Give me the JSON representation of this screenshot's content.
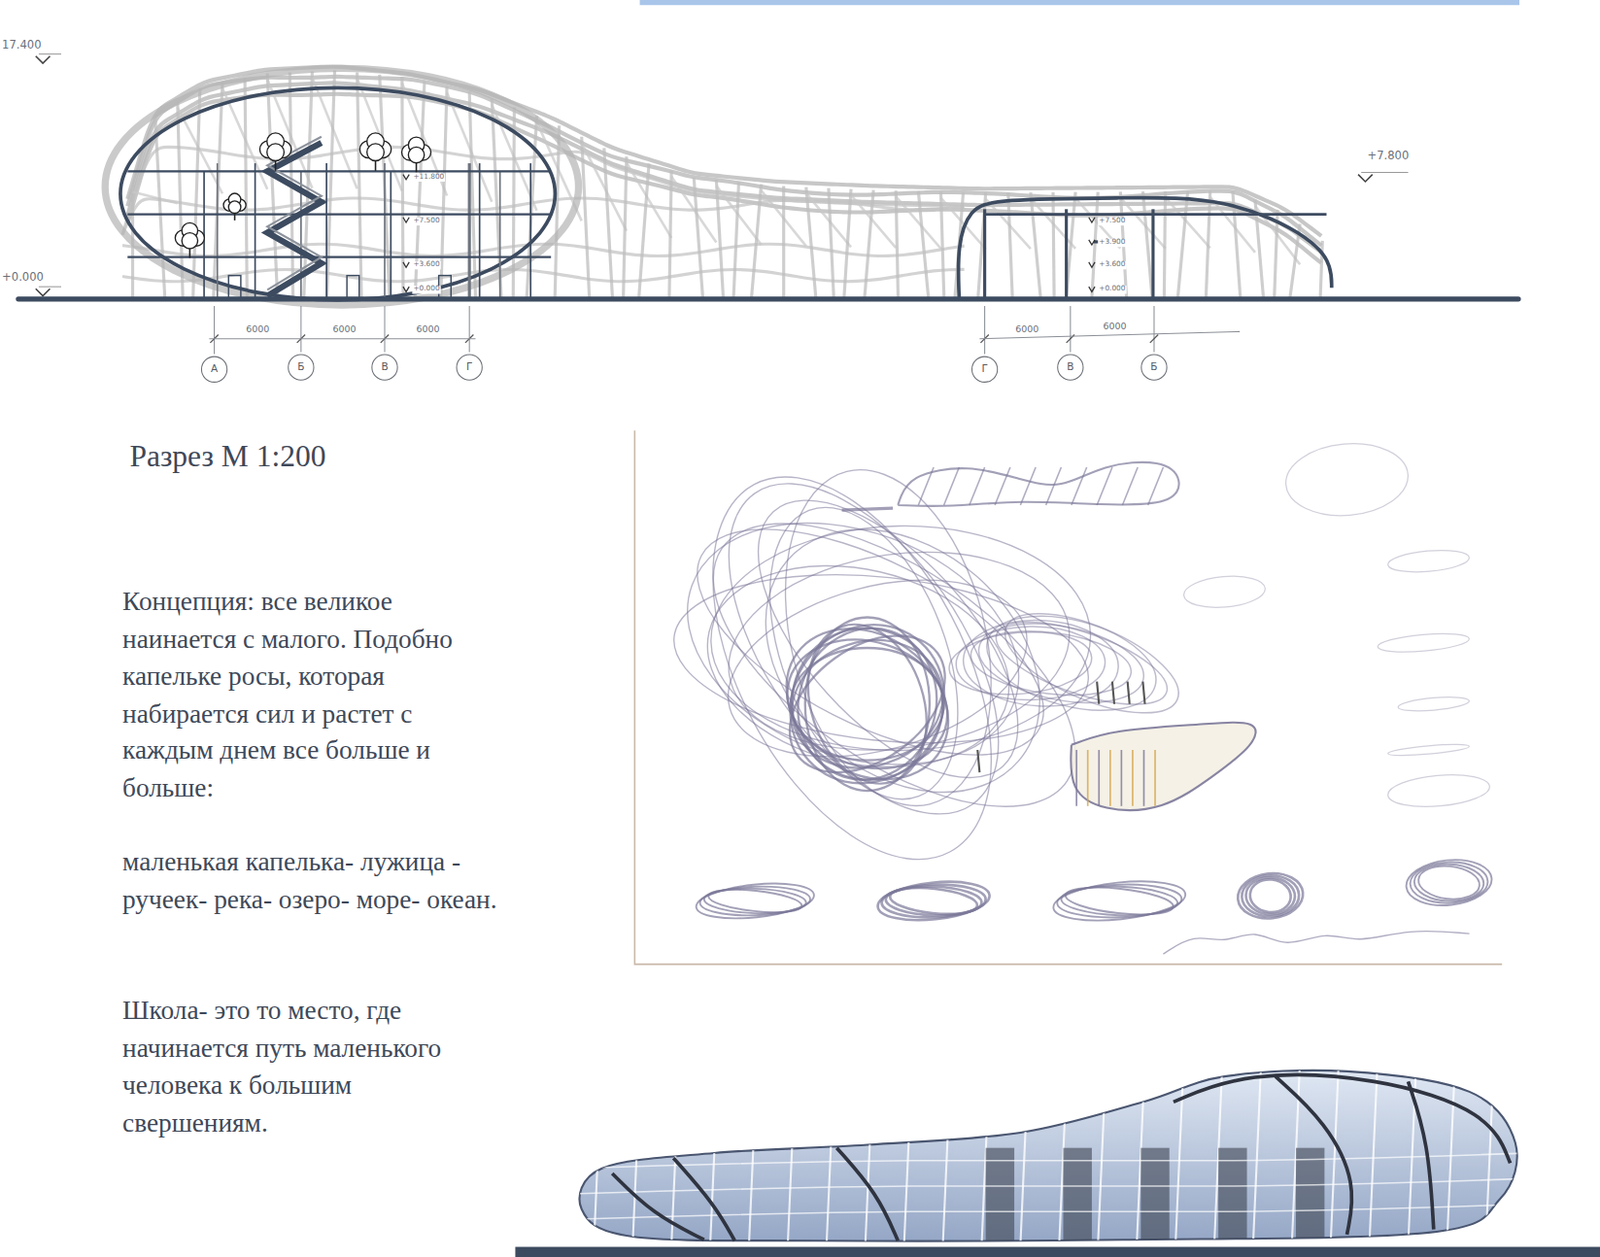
{
  "diagram": {
    "title": "Разрез М 1:200",
    "nodes": [
      {
        "text": [
          "А"
        ]
      },
      {
        "text": [
          "Б"
        ]
      },
      {
        "text": [
          "В"
        ]
      },
      {
        "text": [
          "Г"
        ]
      },
      {
        "text": [
          "Г"
        ]
      },
      {
        "text": [
          "В"
        ]
      },
      {
        "text": [
          "Б"
        ]
      }
    ],
    "labels": [
      "17.400",
      "+7.800",
      "+0.000",
      "+11.800",
      "+7.500",
      "+3.600",
      "+0.000",
      "+7.500",
      "+3.900",
      "+3.600",
      "+0.000",
      "6000",
      "6000",
      "6000",
      "6000",
      "6000",
      "Концепция: все великое наинается с малого. Подобно капельке росы, которая набирается сил и растет с каждым днем все больше и больше:",
      "маленькая капелька- лужица - ручеек- река- озеро- море- океан.",
      "Школа- это то место, где начинается путь маленького человека к большим свершениям."
    ]
  }
}
